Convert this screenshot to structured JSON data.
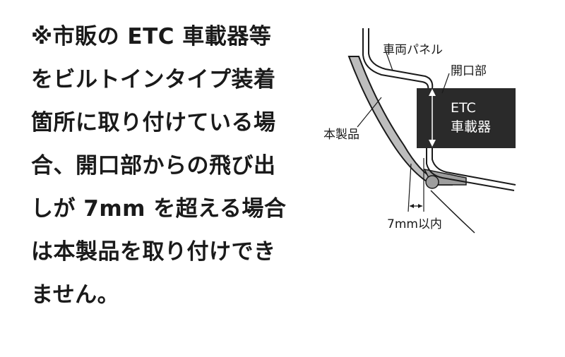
{
  "notice": {
    "lines": [
      "※市販の ETC 車載器等",
      "をビルトインタイプ装着",
      "箇所に取り付けている場",
      "合、開口部からの飛び出",
      "しが 7mm を超える場合",
      "は本製品を取り付けでき",
      "ません。"
    ]
  },
  "diagram": {
    "label_panel": "車両パネル",
    "label_opening": "開口部",
    "label_product": "本製品",
    "etc_box_line1": "ETC",
    "etc_box_line2": "車載器",
    "label_limit": "7mm以内"
  }
}
